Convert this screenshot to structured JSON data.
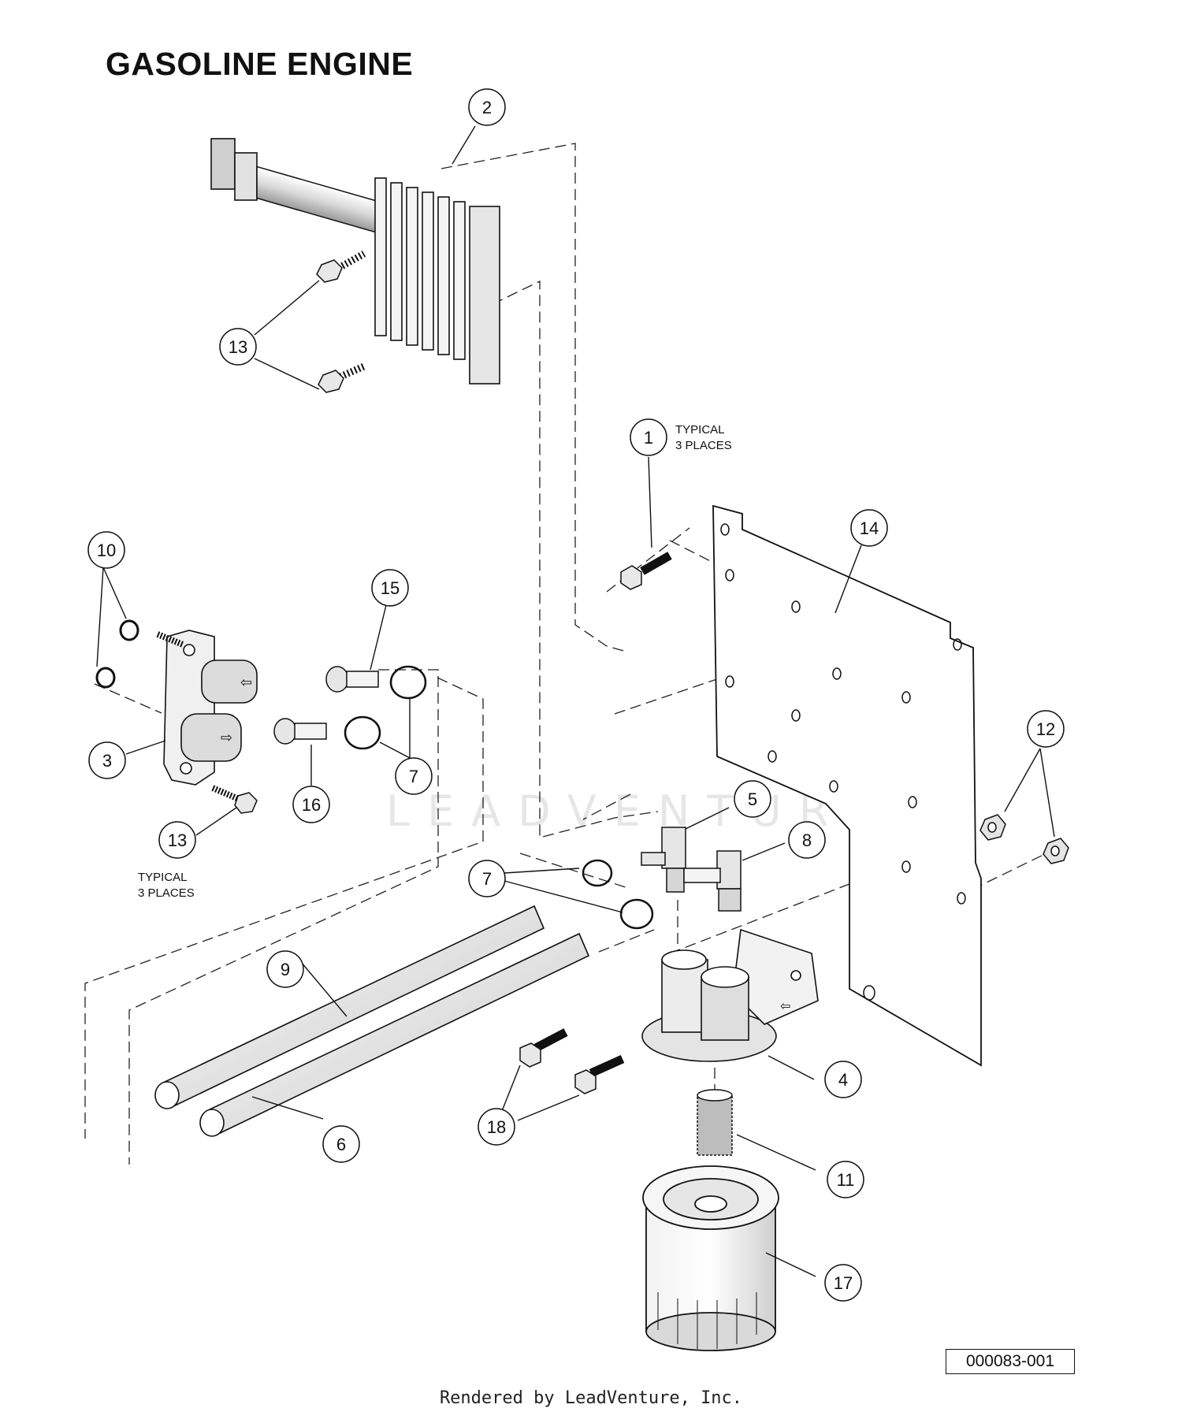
{
  "title": "GASOLINE ENGINE",
  "document_number": "000083-001",
  "footer": "Rendered by LeadVenture, Inc.",
  "watermark": "LEADVENTURE",
  "notes": {
    "typical_1": {
      "line1": "TYPICAL",
      "line2": "3 PLACES"
    },
    "typical_13": {
      "line1": "TYPICAL",
      "line2": "3 PLACES"
    }
  },
  "callouts": [
    {
      "id": "c1",
      "label": "1"
    },
    {
      "id": "c2",
      "label": "2"
    },
    {
      "id": "c3",
      "label": "3"
    },
    {
      "id": "c4",
      "label": "4"
    },
    {
      "id": "c5",
      "label": "5"
    },
    {
      "id": "c6",
      "label": "6"
    },
    {
      "id": "c7a",
      "label": "7"
    },
    {
      "id": "c7b",
      "label": "7"
    },
    {
      "id": "c8",
      "label": "8"
    },
    {
      "id": "c9",
      "label": "9"
    },
    {
      "id": "c10",
      "label": "10"
    },
    {
      "id": "c11",
      "label": "11"
    },
    {
      "id": "c12",
      "label": "12"
    },
    {
      "id": "c13a",
      "label": "13"
    },
    {
      "id": "c13b",
      "label": "13"
    },
    {
      "id": "c14",
      "label": "14"
    },
    {
      "id": "c15",
      "label": "15"
    },
    {
      "id": "c16",
      "label": "16"
    },
    {
      "id": "c17",
      "label": "17"
    },
    {
      "id": "c18",
      "label": "18"
    }
  ]
}
